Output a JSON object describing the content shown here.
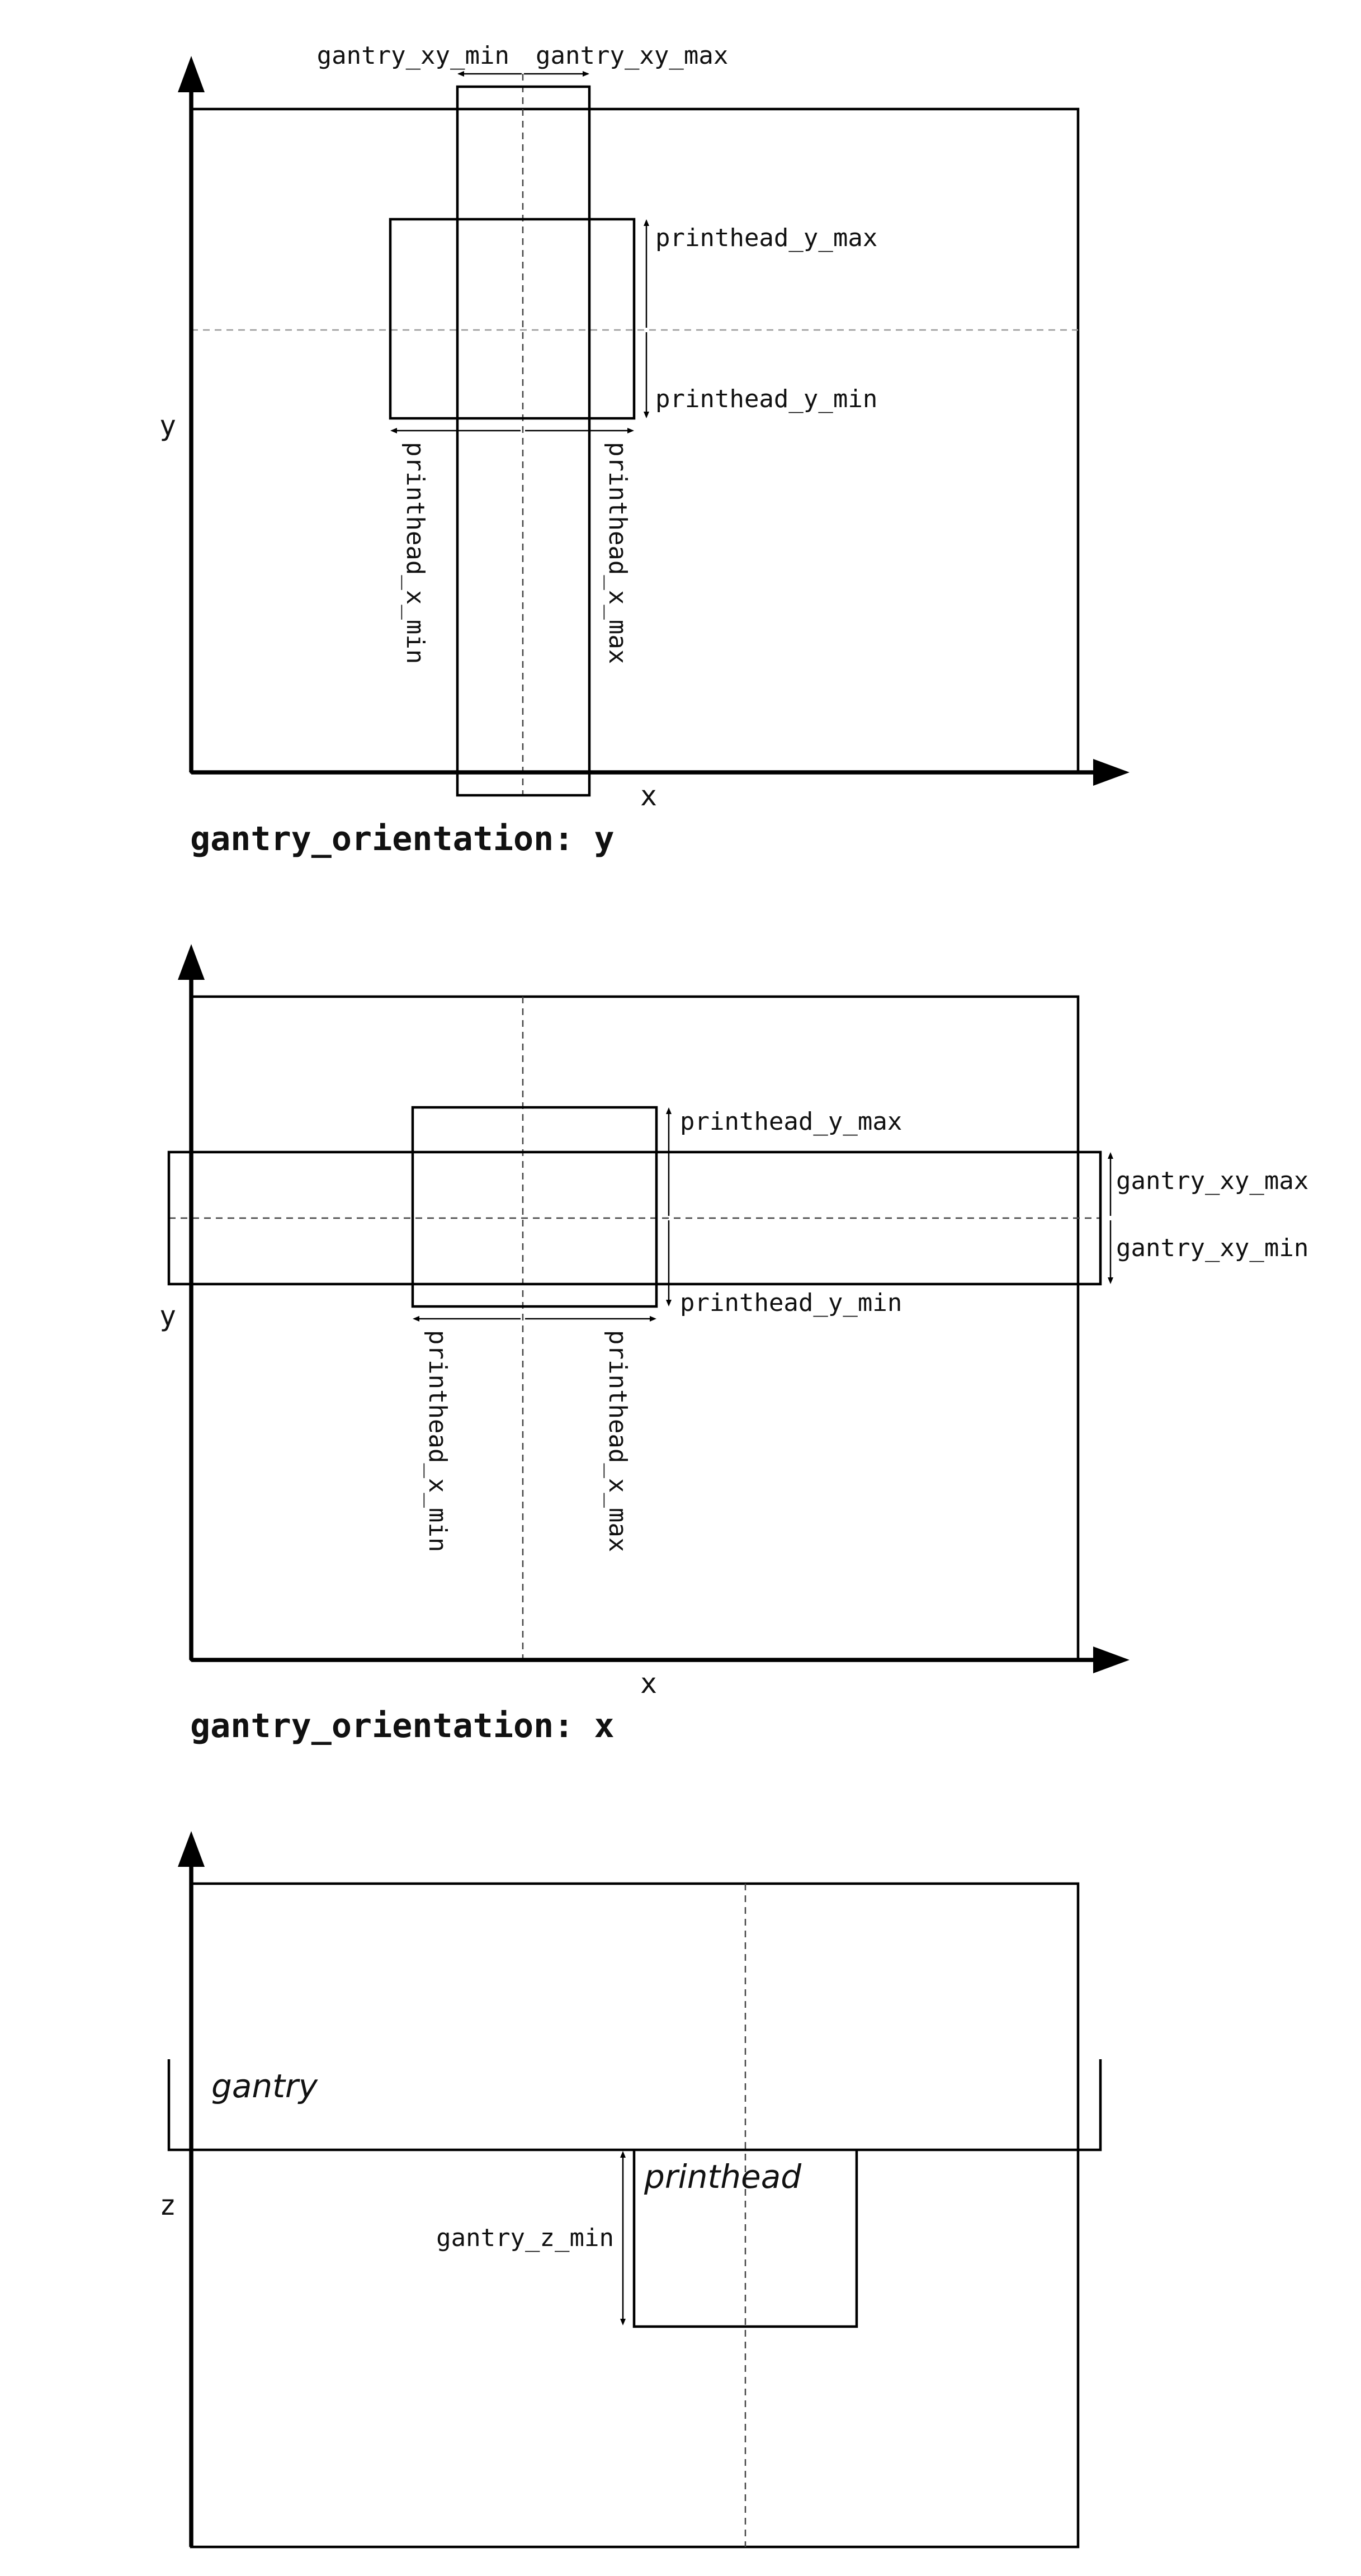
{
  "top": {
    "caption": "gantry_orientation: y",
    "x_axis_label": "x",
    "y_axis_label": "y",
    "gantry_xy_min": "gantry_xy_min",
    "gantry_xy_max": "gantry_xy_max",
    "printhead_y_max": "printhead_y_max",
    "printhead_y_min": "printhead_y_min",
    "printhead_x_min": "printhead_x_min",
    "printhead_x_max": "printhead_x_max"
  },
  "middle": {
    "caption": "gantry_orientation: x",
    "x_axis_label": "x",
    "y_axis_label": "y",
    "printhead_y_max": "printhead_y_max",
    "printhead_y_min": "printhead_y_min",
    "gantry_xy_max": "gantry_xy_max",
    "gantry_xy_min": "gantry_xy_min",
    "printhead_x_min": "printhead_x_min",
    "printhead_x_max": "printhead_x_max"
  },
  "bottom": {
    "z_axis_label": "z",
    "gantry_label": "gantry",
    "printhead_label": "printhead",
    "gantry_z_min": "gantry_z_min"
  }
}
